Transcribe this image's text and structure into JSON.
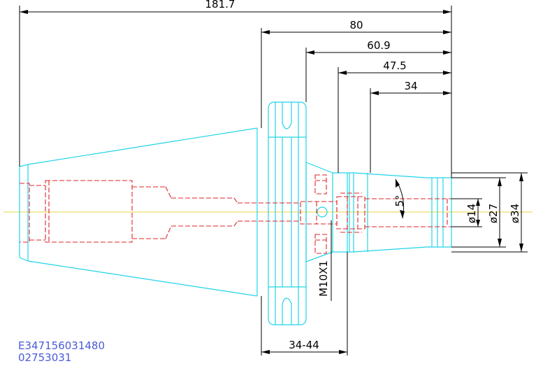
{
  "drawing": {
    "dimensions": {
      "overall_length": "181.7",
      "length_80": "80",
      "length_60_9": "60.9",
      "length_47_5": "47.5",
      "length_34": "34",
      "flange_range": "34-44",
      "angle": "5°",
      "dia_14": "ø14",
      "dia_27": "ø27",
      "dia_34": "ø34",
      "thread": "M10X1"
    },
    "codes": {
      "line1": "E347156031480",
      "line2": "02753031"
    },
    "colors": {
      "body": "#21d4e8",
      "hidden": "#e0242a",
      "center": "#e8d64a",
      "dimension": "#000000",
      "code_text": "#4a5ad8"
    }
  }
}
